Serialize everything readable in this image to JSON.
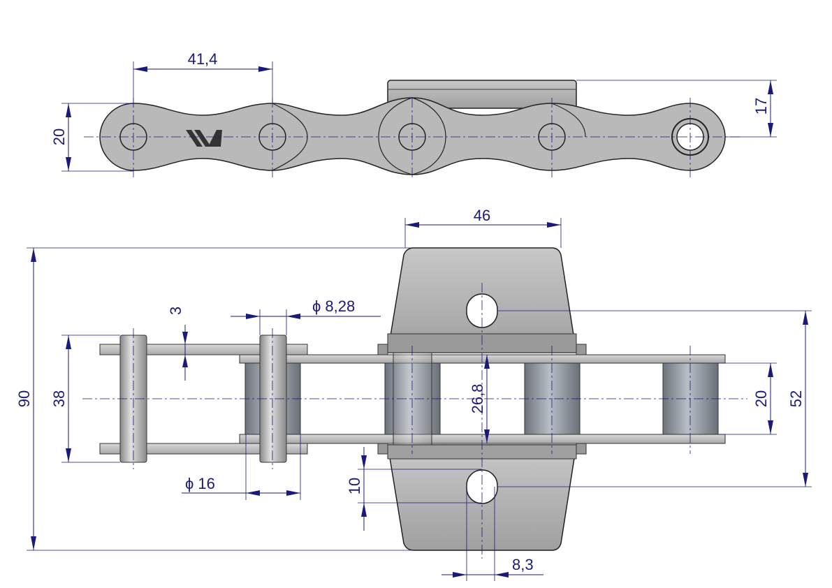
{
  "drawing": {
    "title": "Chain with attachment plates",
    "logo_text": "W",
    "dimensions": {
      "pitch": "41,4",
      "plate_height": "20",
      "attachment_height_top": "17",
      "attachment_width": "46",
      "overall_width": "90",
      "outer_width": "38",
      "plate_thickness": "3",
      "pin_diameter": "ϕ 8,28",
      "roller_diameter": "ϕ 16",
      "inner_width": "26,8",
      "roller_width": "20",
      "hole_distance": "52",
      "slot_length": "10",
      "slot_width": "8,3"
    },
    "colors": {
      "dimension": "#1a1a7a",
      "part": "#b9b9b9"
    }
  }
}
